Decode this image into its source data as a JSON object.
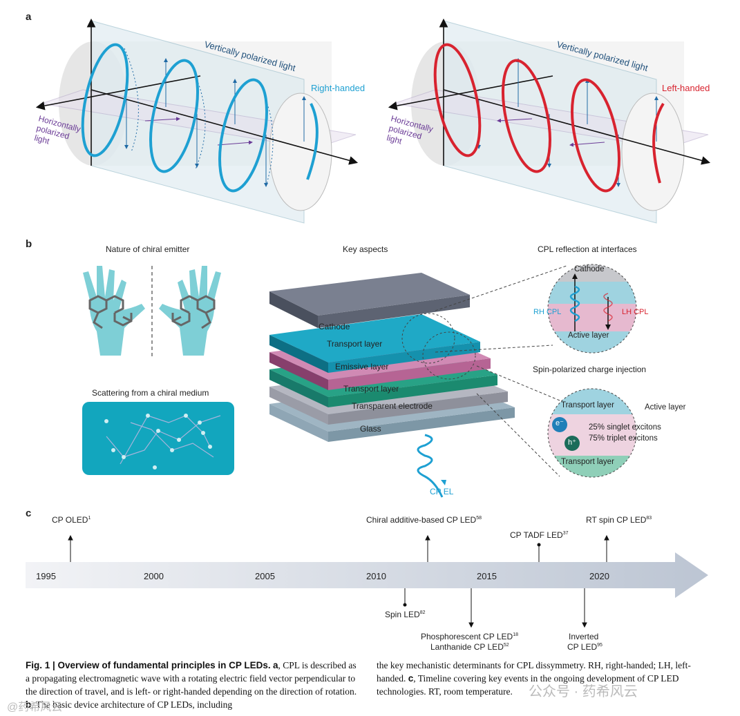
{
  "panels": {
    "a": "a",
    "b": "b",
    "c": "c"
  },
  "panel_a": {
    "vertical_label": "Vertically polarized light",
    "horizontal_label": [
      "Horizontally",
      "polarized",
      "light"
    ],
    "right_handed": "Right-handed",
    "left_handed": "Left-handed",
    "colors": {
      "right": "#1ea0d2",
      "left": "#d8232f",
      "wave": "#1f6aa5",
      "horizontal": "#6a3b96"
    }
  },
  "panel_b": {
    "chiral_emitter_title": "Nature of chiral emitter",
    "scattering_title": "Scattering from a chiral medium",
    "key_aspects_title": "Key aspects",
    "reflection_title": "CPL reflection at interfaces",
    "spin_title": "Spin-polarized charge injection",
    "layers": [
      "Cathode",
      "Transport layer",
      "Emissive layer",
      "Transport layer",
      "Transparent electrode",
      "Glass"
    ],
    "cp_el": "CP EL",
    "reflection": {
      "cathode": "Cathode",
      "rh": "RH CPL",
      "lh": "LH CPL",
      "active": "Active layer"
    },
    "spin": {
      "transport_top": "Transport layer",
      "active": "Active layer",
      "electron": "e⁻",
      "hole": "h⁺",
      "singlet": "25% singlet excitons",
      "triplet": "75% triplet excitons",
      "transport_bottom": "Transport layer"
    }
  },
  "panel_c": {
    "years": [
      "1995",
      "2000",
      "2005",
      "2010",
      "2015",
      "2020"
    ],
    "events_above": [
      {
        "label": "CP OLED",
        "ref": "1"
      },
      {
        "label": "Chiral additive-based CP LED",
        "ref": "58"
      },
      {
        "label": "CP TADF LED",
        "ref": "37"
      },
      {
        "label": "RT spin CP LED",
        "ref": "83"
      }
    ],
    "events_below": [
      {
        "label": "Spin LED",
        "ref": "82"
      },
      {
        "label": "Phosphorescent CP LED",
        "ref": "18"
      },
      {
        "label": "Lanthanide CP LED",
        "ref": "52"
      },
      {
        "label": "Inverted",
        "ref": ""
      },
      {
        "label": "CP LED",
        "ref": "95"
      }
    ]
  },
  "caption": {
    "heading": "Fig. 1 | Overview of fundamental principles in CP LEDs.",
    "a_label": "a",
    "a_text": ", CPL is described as a propagating electromagnetic wave with a rotating electric field vector perpendicular to the direction of travel, and is left- or right-handed depending on the direction of rotation.",
    "b_label": "b",
    "b_text": ", The basic device architecture of CP LEDs, including the key mechanistic determinants for CPL dissymmetry. RH, right-handed; LH, left-handed.",
    "c_label": "c",
    "c_text": ", Timeline covering key events in the ongoing development of CP LED technologies. RT, room temperature."
  },
  "watermark": {
    "right": "公众号 · 药希风云",
    "left": "@药希风云"
  }
}
